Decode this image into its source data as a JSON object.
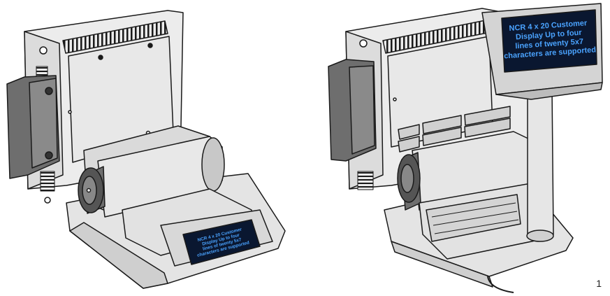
{
  "left_unit": {
    "display_lines": [
      "NCR 4 x 20 Customer",
      "Display Up to four",
      "lines of twenty 5x7",
      "characters are supported"
    ]
  },
  "right_unit": {
    "display_lines": [
      "NCR 4 x 20 Customer",
      "Display Up to four",
      "lines of twenty 5x7",
      "characters are supported"
    ]
  },
  "figure_number": "1",
  "colors": {
    "outline": "#1a1a1a",
    "body_light": "#ececec",
    "body_mid": "#d6d6d6",
    "body_dark": "#9a9a9a",
    "handle": "#6e6e6e",
    "lcd_bg": "#0a1730",
    "lcd_text": "#4aa3ff"
  }
}
